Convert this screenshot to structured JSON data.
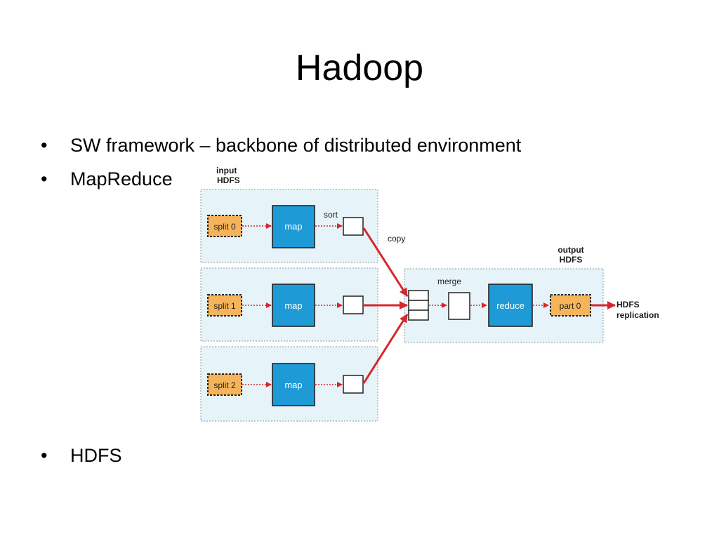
{
  "slide": {
    "title": "Hadoop",
    "bullets": [
      {
        "marker": "•",
        "text": "SW framework – backbone of distributed environment"
      },
      {
        "marker": "•",
        "text": "MapReduce"
      },
      {
        "marker": "•",
        "text": "HDFS"
      }
    ]
  },
  "diagram": {
    "input_label_line1": "input",
    "input_label_line2": "HDFS",
    "output_label_line1": "output",
    "output_label_line2": "HDFS",
    "splits": [
      "split 0",
      "split 1",
      "split 2"
    ],
    "map_label": "map",
    "sort_label": "sort",
    "copy_label": "copy",
    "merge_label": "merge",
    "reduce_label": "reduce",
    "part_label": "part 0",
    "destination_line1": "HDFS",
    "destination_line2": "replication",
    "colors": {
      "panel_fill": "#e6f3f8",
      "panel_border": "#8a9aa3",
      "split_fill": "#f6b45a",
      "map_fill": "#1e9bd7",
      "arrow_red": "#d7262e"
    }
  }
}
